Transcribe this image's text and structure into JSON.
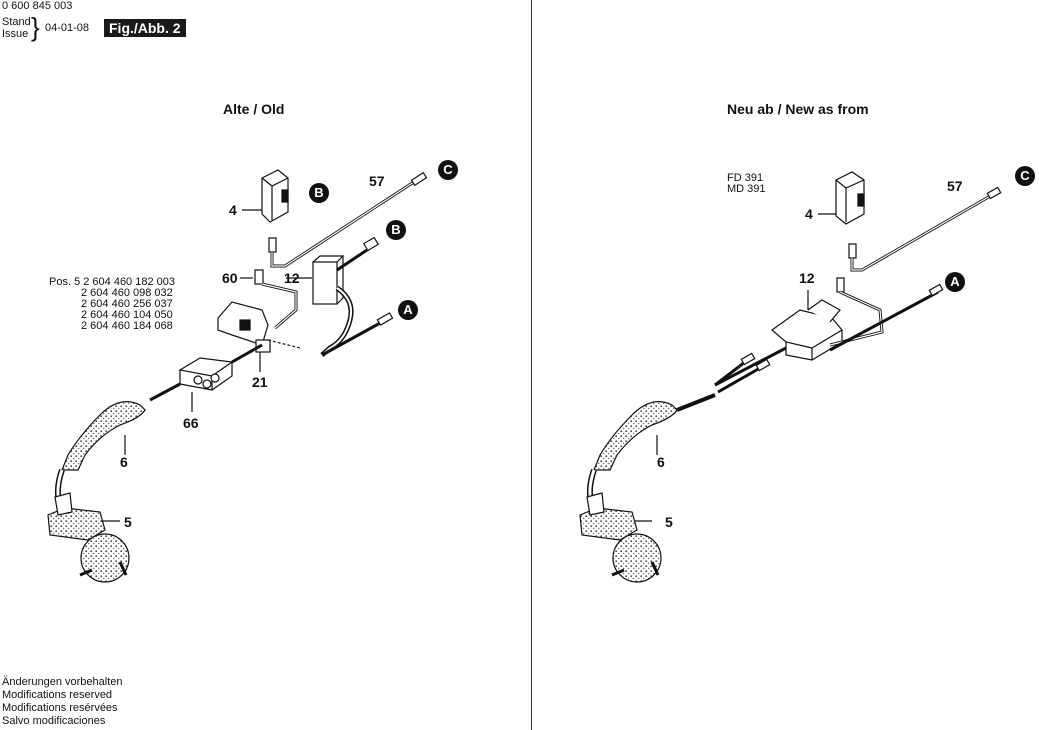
{
  "header": {
    "part_number": "0 600 845 003",
    "stand_label": "Stand",
    "issue_label": "Issue",
    "date": "04-01-08",
    "figure_label": "Fig./Abb. 2"
  },
  "left_panel": {
    "title": "Alte / Old",
    "pos_lines": [
      "Pos. 5 2 604 460 182 003",
      "2 604 460 098 032",
      "2 604 460 256 037",
      "2 604 460 104 050",
      "2 604 460 184 068"
    ],
    "labels": {
      "p4": "4",
      "p57": "57",
      "p60": "60",
      "p12": "12",
      "p21": "21",
      "p66": "66",
      "p6": "6",
      "p5": "5"
    },
    "badges": {
      "c": "C",
      "b1": "B",
      "b2": "B",
      "a": "A"
    }
  },
  "right_panel": {
    "title": "Neu ab / New as from",
    "model_lines": [
      "FD 391",
      "MD 391"
    ],
    "labels": {
      "p4": "4",
      "p57": "57",
      "p12": "12",
      "p6": "6",
      "p5": "5"
    },
    "badges": {
      "c": "C",
      "a": "A"
    }
  },
  "footer": {
    "lines": [
      "Änderungen vorbehalten",
      "Modifications reserved",
      "Modifications resérvées",
      "Salvo modificaciones"
    ]
  }
}
